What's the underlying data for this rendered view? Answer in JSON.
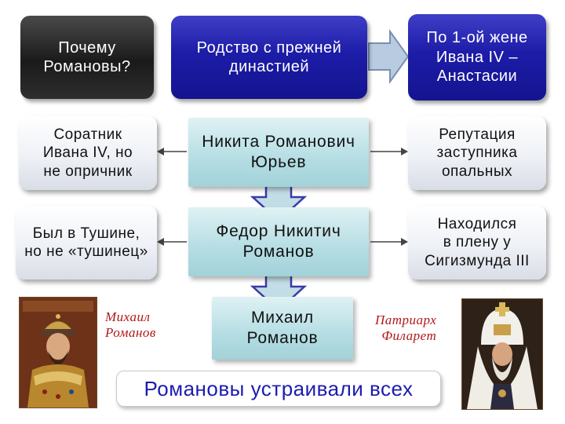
{
  "top_row": {
    "question": "Почему\nРомановы?",
    "kinship": "Родство с прежней\nдинастией",
    "first_wife": "По 1-ой жене\nИвана IV –\nАнастасии"
  },
  "left_column": {
    "associate": "Соратник\nИвана IV, но\nне опричник",
    "tushino": "Был в Тушине,\nно не «тушинец»"
  },
  "center_column": {
    "nikita": "Никита Романович\nЮрьев",
    "fedor": "Федор Никитич\nРоманов",
    "mikhail": "Михаил\nРоманов"
  },
  "right_column": {
    "reputation": "Репутация\nзаступника\nопальных",
    "captivity": "Находился\nв плену у\nСигизмунда III"
  },
  "portraits": {
    "left_caption": "Михаил\nРоманов",
    "right_caption": "Патриарх\nФиларет"
  },
  "summary": "Романовы устраивали всех",
  "colors": {
    "accent_blue": "#1c1ca8",
    "teal_box": "#b4dde3",
    "caption_red": "#b01818",
    "arrow_fill": "#c2dde6",
    "arrow_stroke": "#3a3aa8"
  }
}
